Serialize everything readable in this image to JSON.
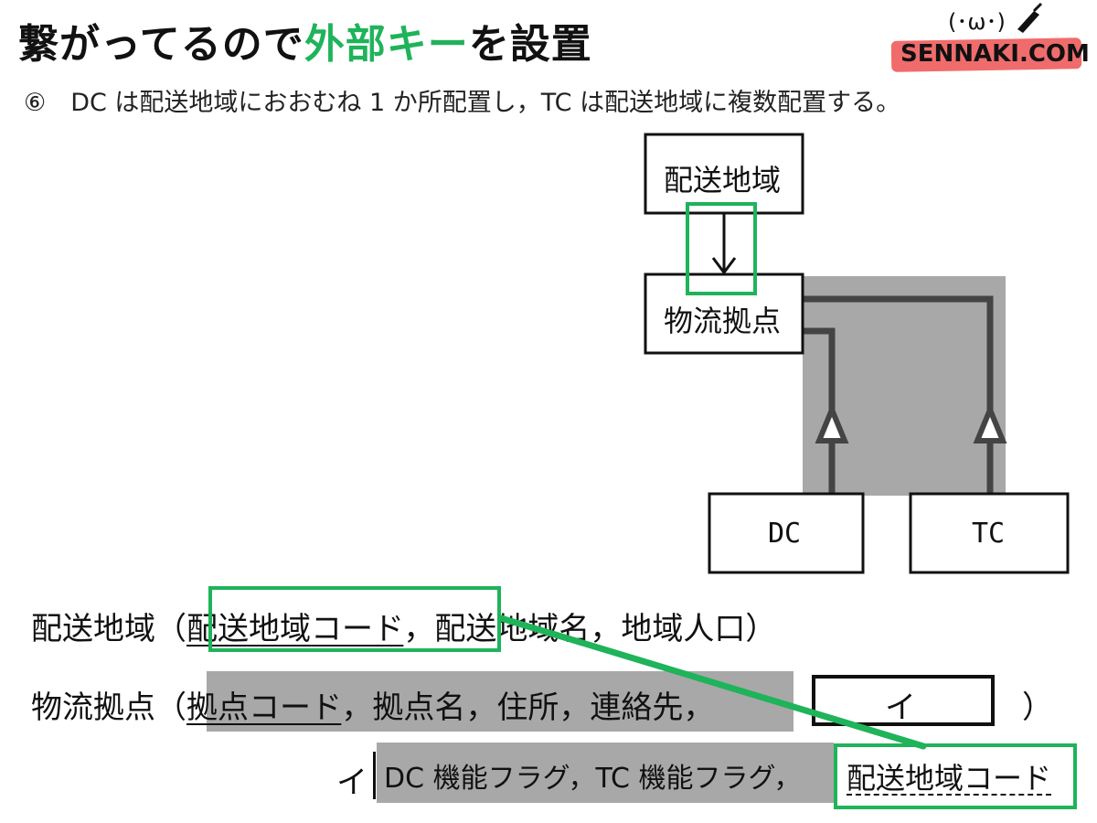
{
  "title": {
    "part1": "繋がってるので",
    "part2": "外部キー",
    "part3": "を設置"
  },
  "logo": {
    "face": "(･ω･)",
    "brand": "SENNAKI.COM"
  },
  "statement": "⑥　DC は配送地域におおむね 1 か所配置し，TC は配送地域に複数配置する。",
  "diagram": {
    "entity_top": "配送地域",
    "entity_mid": "物流拠点",
    "entity_dc": "DC",
    "entity_tc": "TC"
  },
  "schema": {
    "row1": {
      "name": "配送地域（",
      "pk": "配送地域コード",
      "rest": "，配送地域名，地域人口）"
    },
    "row2": {
      "name": "物流拠点（",
      "pk": "拠点コード",
      "rest": "，拠点名，住所，連絡先，",
      "blank": "イ",
      "close": "）"
    },
    "row3": {
      "label": "イ",
      "items": "DC 機能フラグ，TC 機能フラグ，",
      "fk": "配送地域コード"
    }
  },
  "colors": {
    "accent": "#1fb35a",
    "highlight_gray": "#a8a8a8",
    "logo_stroke": "#f06c6c"
  }
}
